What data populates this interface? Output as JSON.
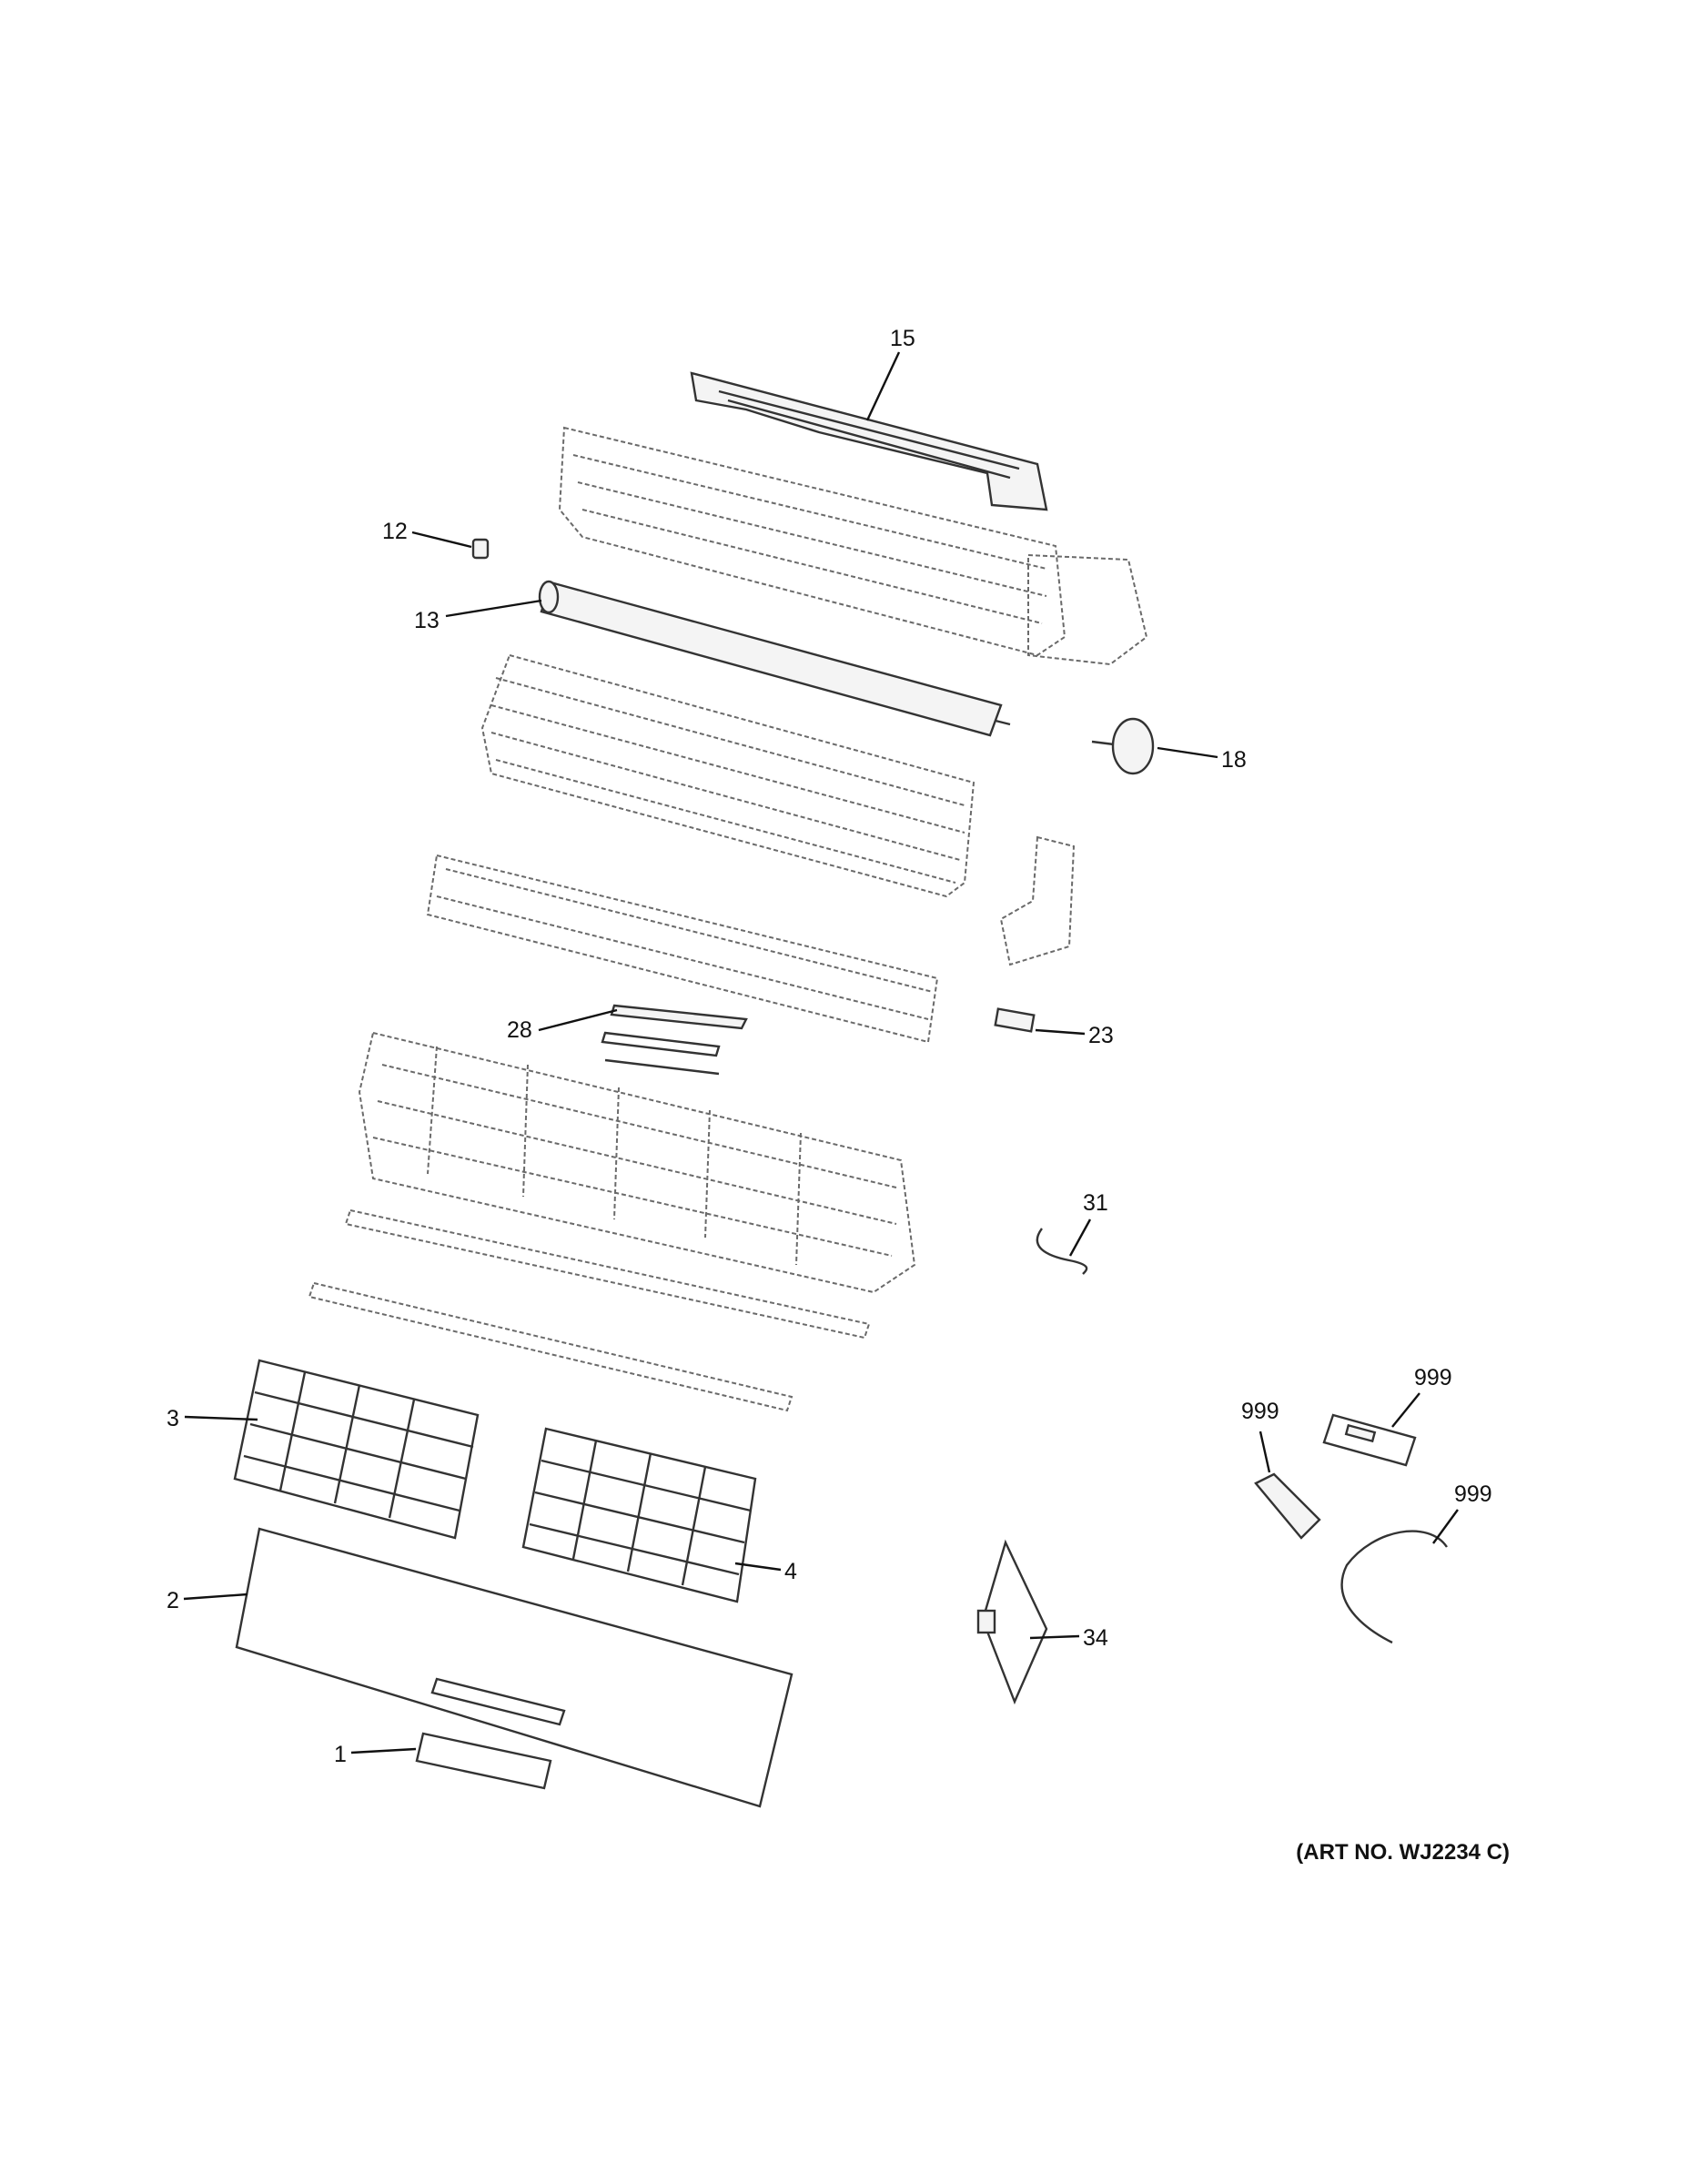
{
  "callouts": {
    "c15": "15",
    "c12": "12",
    "c13": "13",
    "c18": "18",
    "c28": "28",
    "c23": "23",
    "c31": "31",
    "c3": "3",
    "c4": "4",
    "c2": "2",
    "c1": "1",
    "c34": "34",
    "c999a": "999",
    "c999b": "999",
    "c999c": "999"
  },
  "art_number": "(ART NO. WJ2234 C)",
  "colors": {
    "line": "#333333",
    "dashed": "#6a6a6a",
    "text": "#111111",
    "background": "#ffffff"
  }
}
